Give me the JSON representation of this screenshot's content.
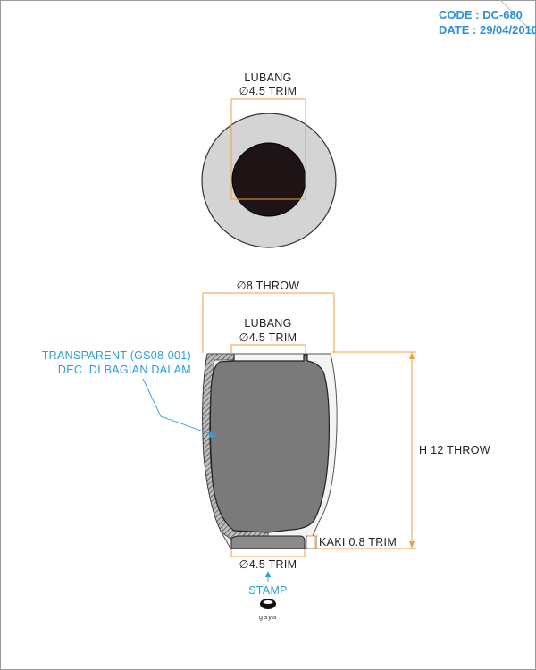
{
  "header": {
    "code": "CODE : DC-680",
    "date": "DATE : 29/04/2010"
  },
  "top_view": {
    "hole_label_line1": "LUBANG",
    "hole_label_line2": "∅4.5 TRIM"
  },
  "side_view": {
    "outer_diameter_label": "∅8 THROW",
    "hole_label_line1": "LUBANG",
    "hole_label_line2": "∅4.5 TRIM",
    "height_label": "H 12 THROW",
    "foot_label": "KAKI 0.8 TRIM",
    "base_diameter_label": "∅4.5 TRIM"
  },
  "notes": {
    "material_line1": "TRANSPARENT (GS08-001)",
    "material_line2": "DEC. DI BAGIAN DALAM",
    "stamp": "STAMP"
  },
  "logo_text": "gaya",
  "colors": {
    "header_blue": "#2b8fd9",
    "note_blue": "#2a9fd6",
    "dimension_orange": "#f0a040",
    "body_gray": "#7a7a7a",
    "ring_gray": "#d4d4d4",
    "hole_black": "#1e1416"
  }
}
